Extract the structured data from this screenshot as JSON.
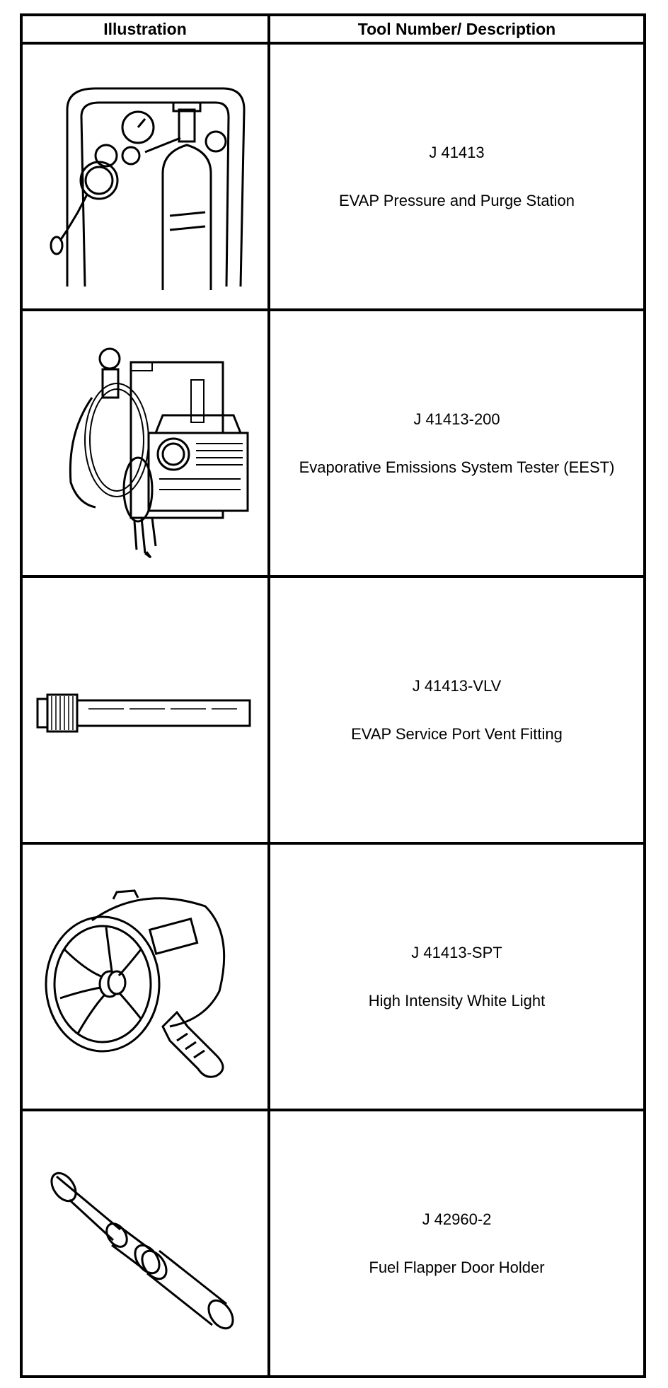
{
  "table": {
    "headers": {
      "illustration": "Illustration",
      "tool": "Tool Number/ Description"
    },
    "rows": [
      {
        "number": "J 41413",
        "description": "EVAP Pressure and Purge Station",
        "icon": "pressure-purge-station-icon"
      },
      {
        "number": "J 41413-200",
        "description": "Evaporative Emissions System Tester (EEST)",
        "icon": "emissions-tester-icon"
      },
      {
        "number": "J 41413-VLV",
        "description": "EVAP Service Port Vent Fitting",
        "icon": "vent-fitting-icon"
      },
      {
        "number": "J 41413-SPT",
        "description": "High Intensity White Light",
        "icon": "spotlight-icon"
      },
      {
        "number": "J 42960-2",
        "description": "Fuel Flapper Door Holder",
        "icon": "flapper-door-holder-icon"
      }
    ]
  }
}
